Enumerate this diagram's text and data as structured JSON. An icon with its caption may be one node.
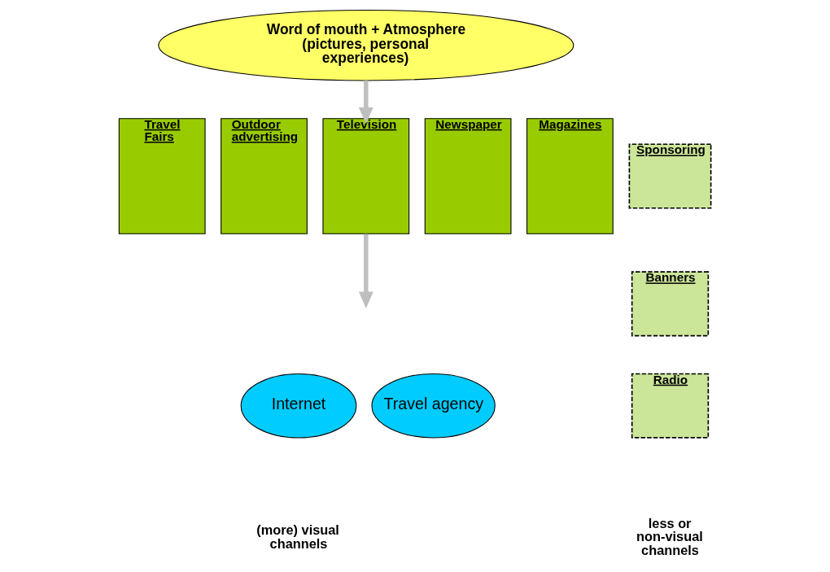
{
  "diagram": {
    "nodes": [
      {
        "text": [
          "Word of mouth + Atmosphere (pictures, personal experiences)"
        ]
      },
      {
        "text": [
          "Travel Fairs"
        ]
      },
      {
        "text": [
          "Outdoor advertising"
        ]
      },
      {
        "text": [
          "Television"
        ]
      },
      {
        "text": [
          "Newspaper"
        ]
      },
      {
        "text": [
          "Magazines"
        ]
      },
      {
        "text": [
          "Sponsoring"
        ]
      },
      {
        "text": [
          "Banners"
        ]
      },
      {
        "text": [
          "Radio"
        ]
      },
      {
        "text": [
          "Internet"
        ]
      },
      {
        "text": [
          "Travel agency"
        ]
      }
    ],
    "edges": [
      {
        "from": 0,
        "to": 3,
        "arrow": "to"
      },
      {
        "from": 3,
        "to": null,
        "arrow": "to"
      }
    ],
    "labels": [
      "(more) visual channels",
      "less or non-visual channels"
    ]
  }
}
